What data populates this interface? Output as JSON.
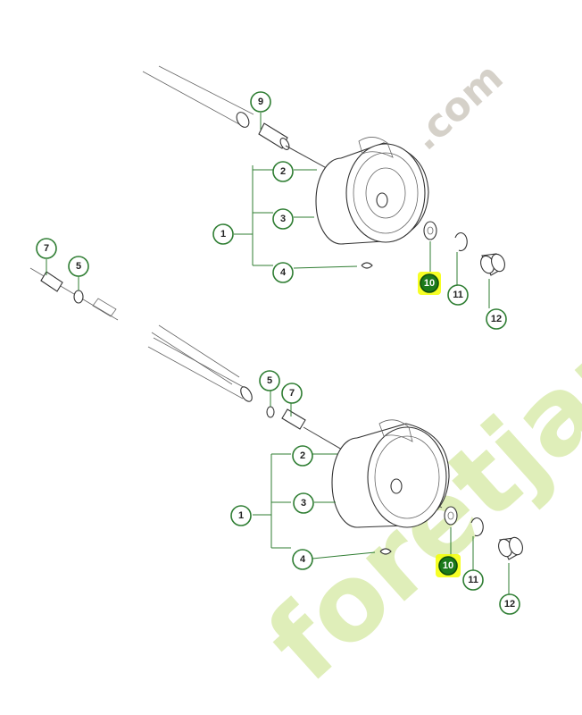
{
  "watermark": {
    "main": "foretjardin",
    "suffix": ".com"
  },
  "assembly_top": {
    "callouts": [
      {
        "key": "9",
        "label": "9"
      },
      {
        "key": "2",
        "label": "2"
      },
      {
        "key": "3",
        "label": "3"
      },
      {
        "key": "1",
        "label": "1"
      },
      {
        "key": "4",
        "label": "4"
      },
      {
        "key": "10",
        "label": "10",
        "highlight": true
      },
      {
        "key": "11",
        "label": "11"
      },
      {
        "key": "12",
        "label": "12"
      },
      {
        "key": "7",
        "label": "7"
      },
      {
        "key": "5",
        "label": "5"
      }
    ]
  },
  "assembly_bottom": {
    "callouts": [
      {
        "key": "5",
        "label": "5"
      },
      {
        "key": "7",
        "label": "7"
      },
      {
        "key": "2",
        "label": "2"
      },
      {
        "key": "3",
        "label": "3"
      },
      {
        "key": "1",
        "label": "1"
      },
      {
        "key": "4",
        "label": "4"
      },
      {
        "key": "10",
        "label": "10",
        "highlight": true
      },
      {
        "key": "11",
        "label": "11"
      },
      {
        "key": "12",
        "label": "12"
      }
    ]
  },
  "colors": {
    "callout_stroke": "#2e7d32",
    "highlight_fill": "#1b7a1b",
    "highlight_marker": "#f4ff00",
    "watermark_green": "#a6cf3a",
    "watermark_gray": "#a49a8a"
  }
}
